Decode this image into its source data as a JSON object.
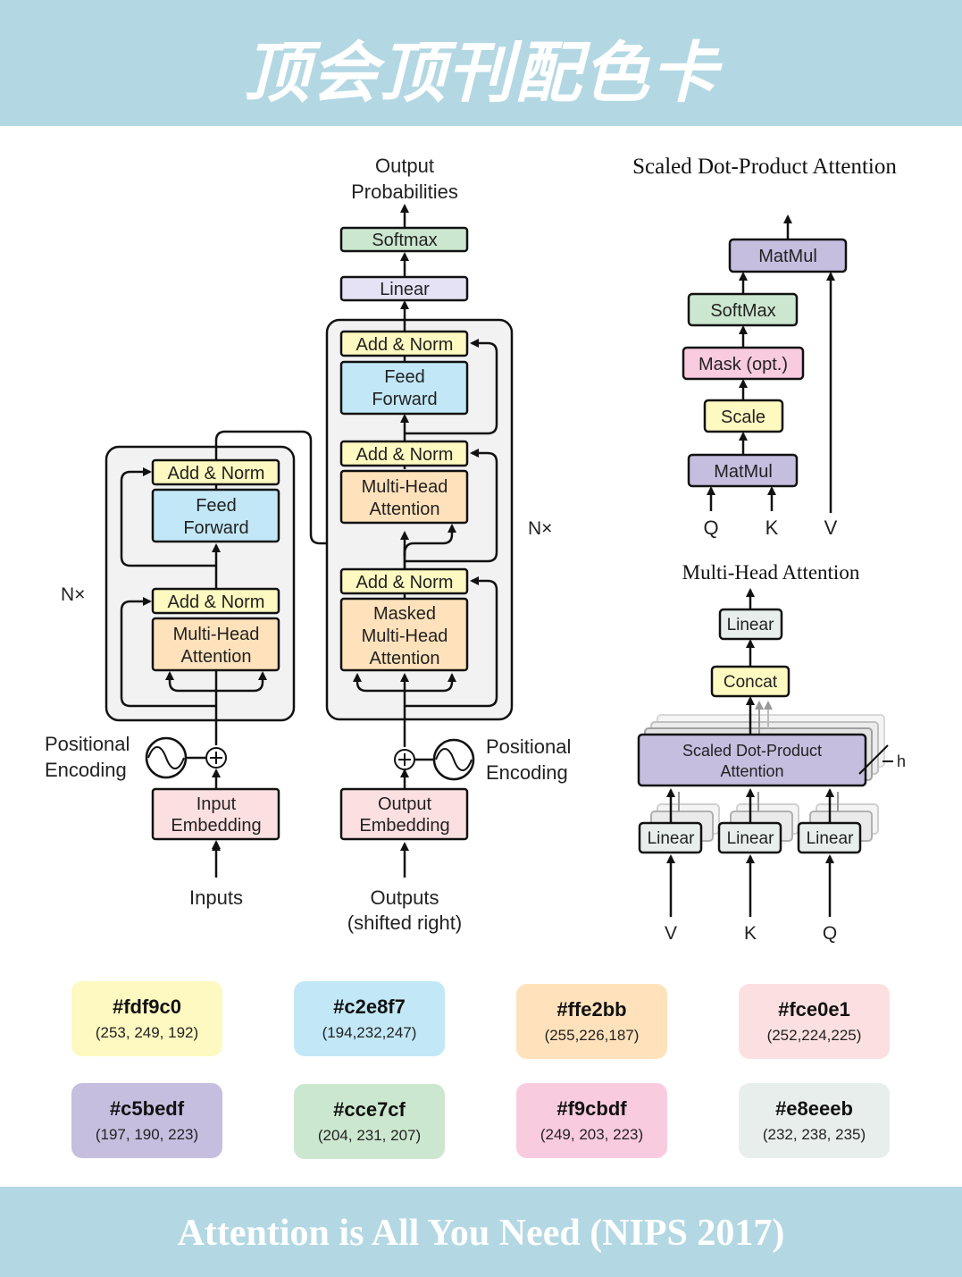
{
  "header": {
    "title": "顶会顶刊配色卡"
  },
  "footer": {
    "text": "Attention is All You Need (NIPS 2017)"
  },
  "transformer": {
    "output_probabilities": [
      "Output",
      "Probabilities"
    ],
    "softmax": "Softmax",
    "linear": "Linear",
    "add_norm": "Add & Norm",
    "feed_forward": [
      "Feed",
      "Forward"
    ],
    "multi_head_attention": [
      "Multi-Head",
      "Attention"
    ],
    "masked_multi_head_attention": [
      "Masked",
      "Multi-Head",
      "Attention"
    ],
    "nx": "N×",
    "positional_encoding": [
      "Positional",
      "Encoding"
    ],
    "input_embedding": [
      "Input",
      "Embedding"
    ],
    "output_embedding": [
      "Output",
      "Embedding"
    ],
    "inputs": "Inputs",
    "outputs": [
      "Outputs",
      "(shifted right)"
    ]
  },
  "scaled_dot_product": {
    "title": "Scaled Dot-Product Attention",
    "matmul": "MatMul",
    "softmax": "SoftMax",
    "mask": "Mask (opt.)",
    "scale": "Scale",
    "q": "Q",
    "k": "K",
    "v": "V"
  },
  "multi_head": {
    "title": "Multi-Head Attention",
    "linear": "Linear",
    "concat": "Concat",
    "sdpa": [
      "Scaled Dot-Product",
      "Attention"
    ],
    "h": "h",
    "v": "V",
    "k": "K",
    "q": "Q"
  },
  "palette": [
    {
      "hex": "#fdf9c0",
      "rgb": "(253, 249, 192)"
    },
    {
      "hex": "#c2e8f7",
      "rgb": "(194,232,247)"
    },
    {
      "hex": "#ffe2bb",
      "rgb": "(255,226,187)"
    },
    {
      "hex": "#fce0e1",
      "rgb": "(252,224,225)"
    },
    {
      "hex": "#c5bedf",
      "rgb": "(197, 190, 223)"
    },
    {
      "hex": "#cce7cf",
      "rgb": "(204, 231, 207)"
    },
    {
      "hex": "#f9cbdf",
      "rgb": "(249, 203, 223)"
    },
    {
      "hex": "#e8eeeb",
      "rgb": "(232, 238, 235)"
    }
  ],
  "colors": {
    "banner": "#b3d8e3",
    "yellow": "#fdf9c0",
    "blue": "#c2e8f7",
    "orange": "#ffe2bb",
    "pink": "#fce0e1",
    "purple": "#c5bedf",
    "green": "#cce7cf",
    "magenta": "#f9cbdf",
    "gray": "#e8eeeb"
  }
}
